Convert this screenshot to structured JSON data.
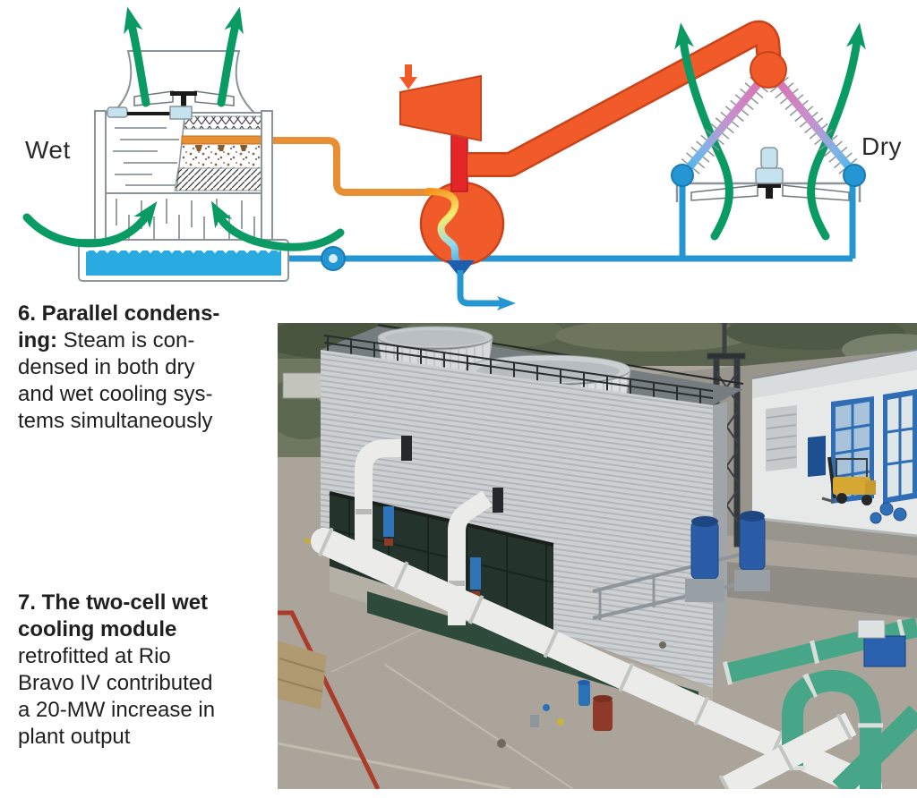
{
  "figures": {
    "fig6": {
      "caption_lines": [
        {
          "b": "6. Parallel condens-",
          "n": ""
        },
        {
          "b": "ing:",
          "n": " Steam is con-"
        },
        {
          "b": "",
          "n": "densed in both dry"
        },
        {
          "b": "",
          "n": "and wet cooling sys-"
        },
        {
          "b": "",
          "n": "tems simultaneously"
        }
      ]
    },
    "fig7": {
      "caption_lines": [
        {
          "b": "7. The two-cell wet",
          "n": ""
        },
        {
          "b": "cooling module",
          "n": ""
        },
        {
          "b": "",
          "n": "retrofitted at Rio"
        },
        {
          "b": "",
          "n": "Bravo IV contributed"
        },
        {
          "b": "",
          "n": "a 20-MW increase in"
        },
        {
          "b": "",
          "n": "plant output"
        }
      ]
    }
  },
  "diagram": {
    "wet_label": "Wet",
    "dry_label": "Dry",
    "colors": {
      "green": "#0a9a63",
      "orange": "#f15b2a",
      "orange-dark": "#c9441a",
      "red": "#e52628",
      "pipe-orange": "#e88f35",
      "blue": "#2496d2",
      "blue-dark": "#1d5fae",
      "pink": "#da79b4",
      "light-blue": "#c5e2ef",
      "water": "#29abe2",
      "outline": "#8b9499"
    }
  }
}
